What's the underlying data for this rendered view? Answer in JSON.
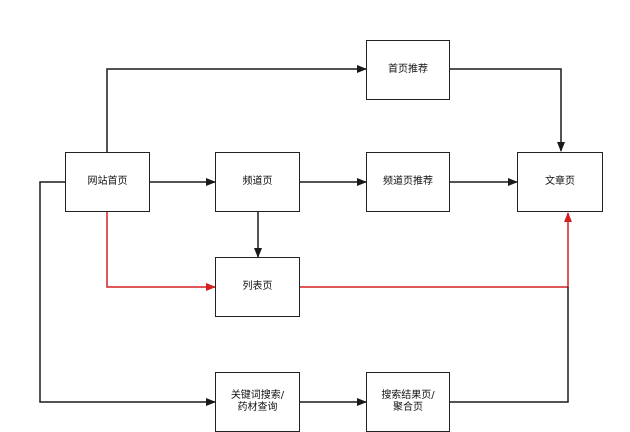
{
  "colors": {
    "line": "#1a1a1a",
    "highlight": "#d32020",
    "box_border": "#222222",
    "background": "#ffffff"
  },
  "nodes": {
    "homepage_recommend": {
      "label": "首页推荐"
    },
    "site_home": {
      "label": "网站首页"
    },
    "channel": {
      "label": "频道页"
    },
    "channel_recommend": {
      "label": "频道页推荐"
    },
    "article": {
      "label": "文章页"
    },
    "list": {
      "label": "列表页"
    },
    "keyword_search": {
      "label_line1": "关键词搜索/",
      "label_line2": "药材查询"
    },
    "search_results": {
      "label_line1": "搜索结果页/",
      "label_line2": "聚合页"
    }
  },
  "edges": [
    {
      "from": "site_home",
      "to": "homepage_recommend",
      "highlight": false
    },
    {
      "from": "homepage_recommend",
      "to": "article",
      "highlight": false
    },
    {
      "from": "site_home",
      "to": "channel",
      "highlight": false
    },
    {
      "from": "channel",
      "to": "channel_recommend",
      "highlight": false
    },
    {
      "from": "channel_recommend",
      "to": "article",
      "highlight": false
    },
    {
      "from": "channel",
      "to": "list",
      "highlight": false
    },
    {
      "from": "site_home",
      "to": "list",
      "highlight": true
    },
    {
      "from": "list",
      "to": "article",
      "highlight": true
    },
    {
      "from": "site_home",
      "to": "keyword_search",
      "highlight": false
    },
    {
      "from": "keyword_search",
      "to": "search_results",
      "highlight": false
    },
    {
      "from": "search_results",
      "to": "article",
      "highlight": false
    }
  ]
}
